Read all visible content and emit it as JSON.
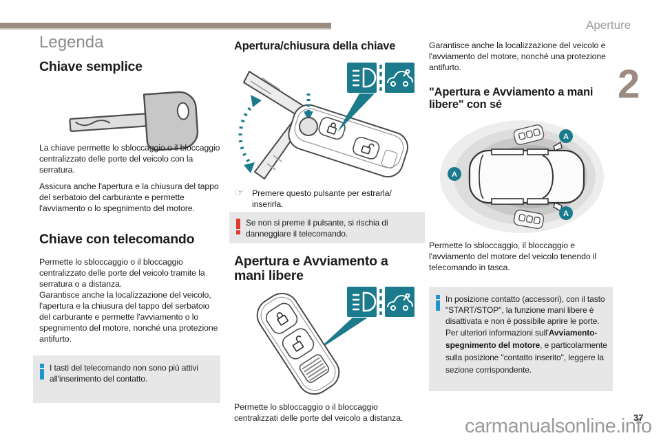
{
  "page": {
    "header": "Aperture",
    "chapter_number": "2",
    "page_number": "37",
    "watermark": "carmanualsonline.info"
  },
  "colors": {
    "accent_teal": "#1b7a8c",
    "chapter_taupe": "#9c8b80",
    "info_blue": "#2095cc",
    "warning_red": "#e03a2f",
    "note_box_gray": "#e7e7e7"
  },
  "left_column": {
    "legend_title": "Legenda",
    "section1": {
      "title": "Chiave semplice",
      "p1": "La chiave permette lo sbloccaggio o il bloccaggio centralizzato delle porte del veicolo con la serratura.",
      "p2": "Assicura anche l'apertura e la chiusura del tappo del serbatoio del carburante e permette l'avviamento o lo spegnimento del motore."
    },
    "section2": {
      "title": "Chiave con telecomando",
      "p1": "Permette lo sbloccaggio o il bloccaggio centralizzato delle porte del veicolo tramite la serratura o a distanza.",
      "p2": "Garantisce anche la localizzazione del veicolo, l'apertura e la chiusura del tappo del serbatoio del carburante e permette l'avviamento o lo spegnimento del motore, nonché una protezione antifurto.",
      "info_note": "I tasti del telecomando non sono più attivi all'inserimento del contatto."
    }
  },
  "middle_column": {
    "section1": {
      "title": "Apertura/chiusura della chiave",
      "instruction": "Premere questo pulsante per estrarla/ inserirla.",
      "warning_note": "Se non si preme il pulsante, si rischia di danneggiare il telecomando."
    },
    "section2": {
      "title": "Apertura e Avviamento a mani libere",
      "p1": "Permette lo sbloccaggio o il bloccaggio centralizzati delle porte del veicolo a distanza."
    }
  },
  "right_column": {
    "p1": "Garantisce anche la localizzazione del veicolo e l'avviamento del motore, nonché una protezione antifurto.",
    "section_title": "\"Apertura e Avviamento a mani libere\" con sé",
    "zone_label": "A",
    "p2": "Permette lo sbloccaggio, il bloccaggio e l'avviamento del motore del veicolo tenendo il telecomando in tasca.",
    "info_note_p1": "In posizione contatto (accessori), con il tasto \"START/STOP\", la funzione mani libere è disattivata e non è possibile aprire le porte.",
    "info_note_p2_pre": "Per ulteriori informazioni sull'",
    "info_note_p2_bold": "Avviamento-spegnimento del motore",
    "info_note_p2_post": ", e particolarmente sulla posizione \"contatto inserito\", leggere la sezione corrispondente."
  }
}
